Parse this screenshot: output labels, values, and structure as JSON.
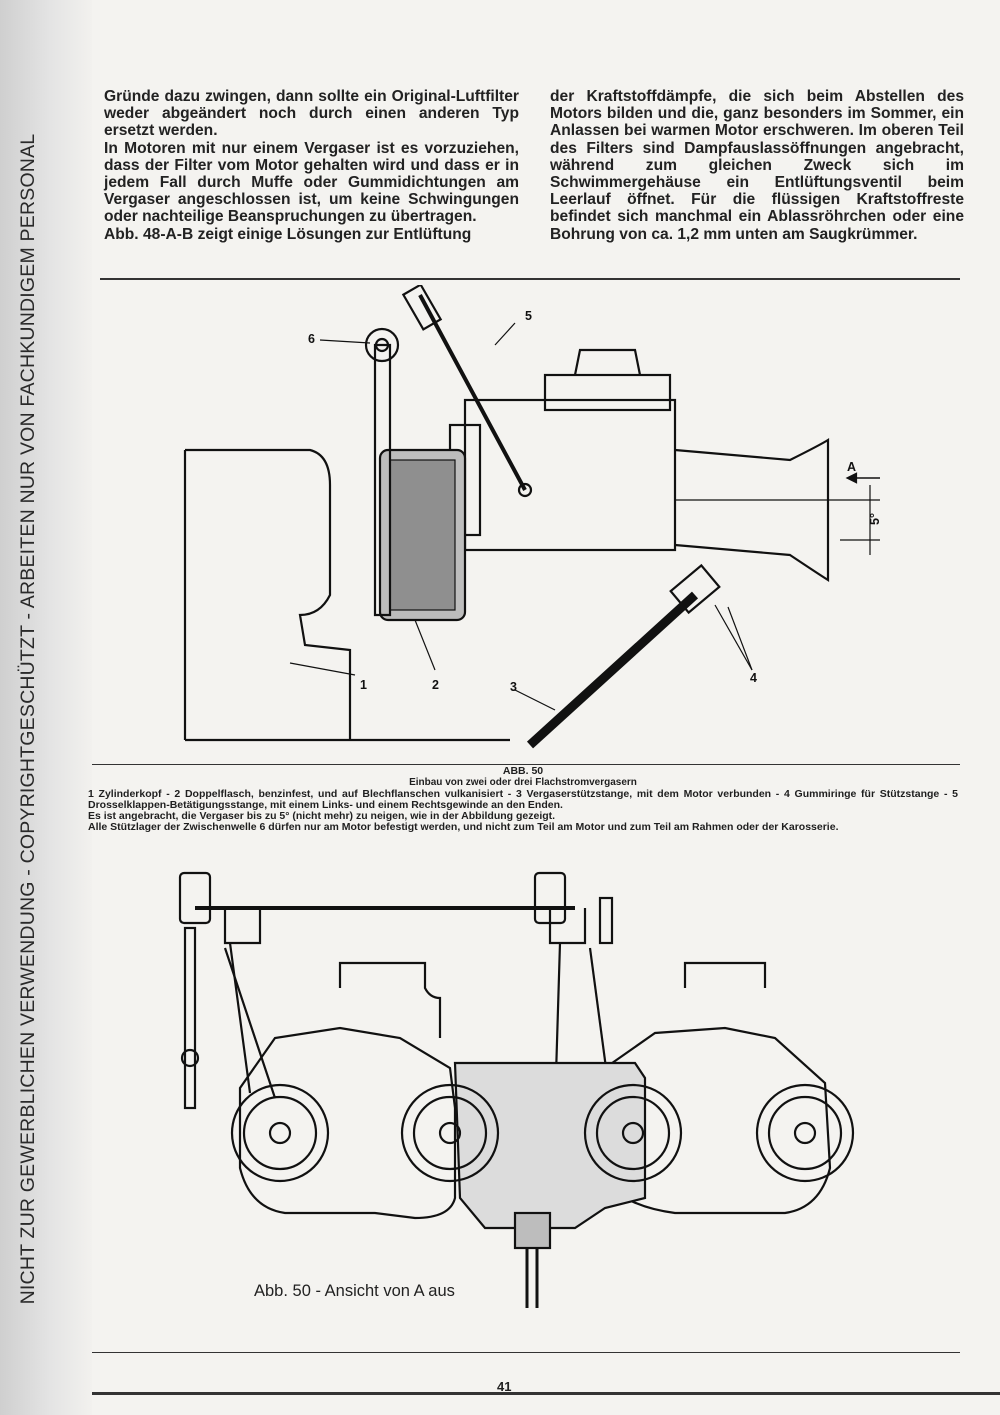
{
  "watermark": "NICHT ZUR GEWERBLICHEN VERWENDUNG - COPYRIGHTGESCHÜTZT - ARBEITEN NUR VON FACHKUNDIGEM PERSONAL",
  "text": {
    "left_column": [
      "Gründe dazu zwingen, dann sollte ein Original-Luftfilter weder abgeändert noch durch einen anderen Typ ersetzt werden.",
      "In Motoren mit nur einem Vergaser ist es vorzuziehen, dass der Filter vom Motor gehalten wird und dass er in jedem Fall durch Muffe oder Gummidichtungen am Vergaser angeschlossen ist, um keine Schwingungen oder nachteilige Beanspruchungen zu übertragen.",
      "Abb. 48-A-B zeigt einige Lösungen zur Entlüftung"
    ],
    "right_column": "der Kraftstoffdämpfe, die sich beim Abstellen des Motors bilden und die, ganz besonders im Sommer, ein Anlassen bei warmen Motor erschweren. Im oberen Teil des Filters sind Dampfauslassöffnungen angebracht, während zum gleichen Zweck sich im Schwimmergehäuse ein Entlüftungsventil beim Leerlauf öffnet. Für die flüssigen Kraftstoffreste befindet sich manchmal ein Ablassröhrchen oder eine Bohrung von ca. 1,2 mm unten am Saugkrümmer."
  },
  "figure_top": {
    "callouts": [
      "1",
      "2",
      "3",
      "4",
      "5",
      "6"
    ],
    "view_marker": "A",
    "angle_label": "5°"
  },
  "caption": {
    "title": "ABB. 50",
    "subtitle": "Einbau von zwei oder drei Flachstromvergasern",
    "lines": [
      "1 Zylinderkopf - 2 Doppelflasch, benzinfest, und auf Blechflanschen vulkanisiert - 3 Vergaserstützstange, mit dem Motor verbunden - 4 Gummiringe für Stützstange - 5 Drosselklappen-Betätigungsstange, mit einem Links- und einem Rechtsgewinde an den Enden.",
      "Es ist angebracht, die Vergaser bis zu 5° (nicht mehr) zu neigen, wie in der Abbildung gezeigt.",
      "Alle Stützlager der Zwischenwelle 6 dürfen nur am Motor befestigt werden, und nicht zum Teil am Motor und zum Teil am Rahmen oder der Karosserie."
    ]
  },
  "figure_bottom": {
    "label": "Abb. 50 - Ansicht von A aus"
  },
  "page_number": "41"
}
